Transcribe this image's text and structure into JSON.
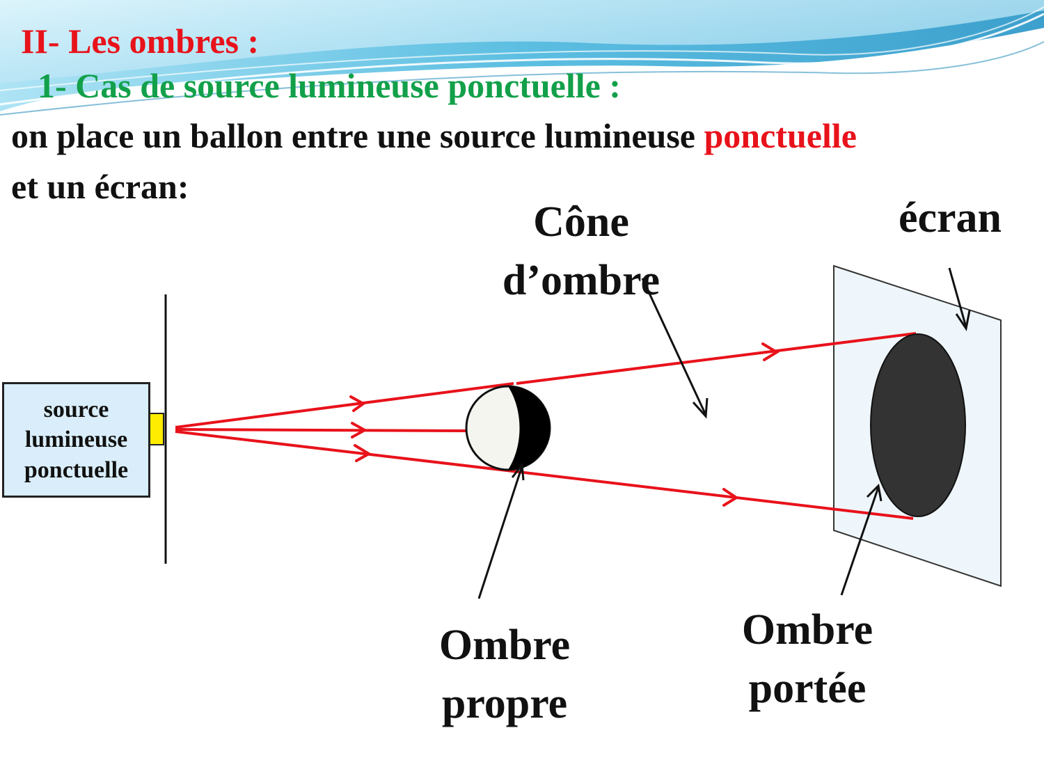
{
  "heading": "II- Les ombres :",
  "subheading": "1- Cas de source lumineuse ponctuelle :",
  "intro": {
    "line1_before": "on place un ballon entre une source lumineuse ",
    "line1_highlight": "ponctuelle",
    "line2": "et un écran:"
  },
  "diagram": {
    "source_label": [
      "source",
      "lumineuse",
      "ponctuelle"
    ],
    "cone_label": [
      "Cône",
      "d’ombre"
    ],
    "screen_label": "écran",
    "own_shadow_label": [
      "Ombre",
      "propre"
    ],
    "cast_shadow_label": [
      "Ombre",
      "portée"
    ]
  },
  "colors": {
    "heading": "#e8121b",
    "subheading": "#12a04a",
    "highlight": "#e8121b",
    "ray": "#e8121b",
    "source_box_fill": "#d9eefa",
    "emitter": "#ffec00",
    "cast_shadow": "#333333",
    "screen_fill": "#eef6fb"
  }
}
